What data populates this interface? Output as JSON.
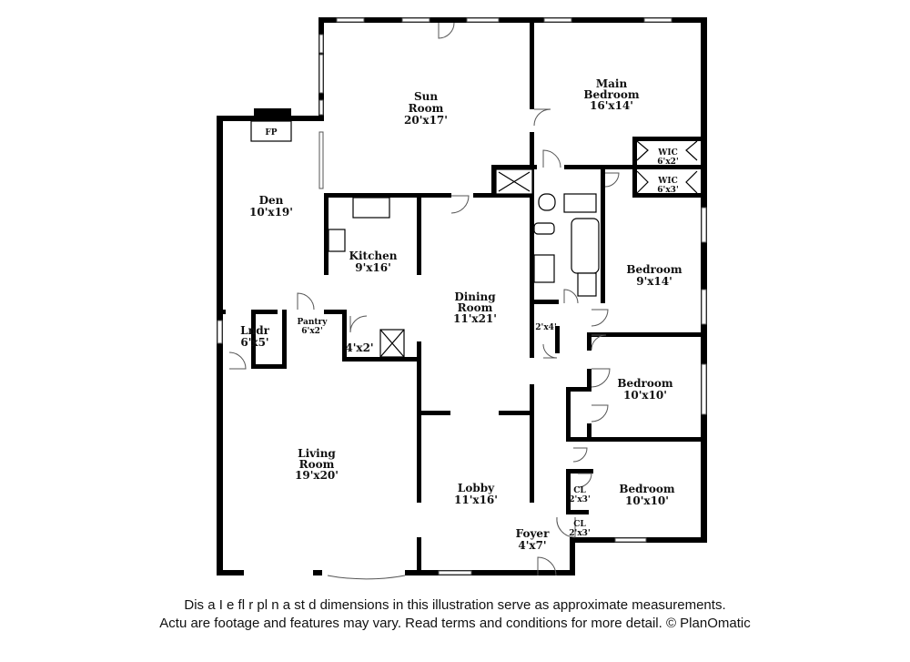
{
  "rooms": {
    "sun_room": {
      "name_1": "Sun",
      "name_2": "Room",
      "size": "20'x17'"
    },
    "main_bedroom": {
      "name_1": "Main",
      "name_2": "Bedroom",
      "size": "16'x14'"
    },
    "wic_1": {
      "name": "WIC",
      "size": "6'x2'"
    },
    "wic_2": {
      "name": "WIC",
      "size": "6'x3'"
    },
    "den": {
      "name": "Den",
      "size": "10'x19'"
    },
    "fireplace": {
      "name": "FP"
    },
    "kitchen": {
      "name": "Kitchen",
      "size": "9'x16'"
    },
    "dining_room": {
      "name_1": "Dining",
      "name_2": "Room",
      "size": "11'x21'"
    },
    "bedroom_1": {
      "name": "Bedroom",
      "size": "9'x14'"
    },
    "closet_hall": {
      "size": "2'x4'"
    },
    "laundry": {
      "name": "Lndr",
      "size": "6'x5'"
    },
    "pantry": {
      "name": "Pantry",
      "size": "6'x2'"
    },
    "closet_4x2": {
      "size": "4'x2'"
    },
    "bedroom_2": {
      "name": "Bedroom",
      "size": "10'x10'"
    },
    "living_room": {
      "name_1": "Living",
      "name_2": "Room",
      "size": "19'x20'"
    },
    "lobby": {
      "name": "Lobby",
      "size": "11'x16'"
    },
    "closet_a": {
      "name": "CL",
      "size": "2'x3'"
    },
    "closet_b": {
      "name": "CL",
      "size": "2'x3'"
    },
    "bedroom_3": {
      "name": "Bedroom",
      "size": "10'x10'"
    },
    "foyer": {
      "name": "Foyer",
      "size": "4'x7'"
    }
  },
  "disclaimer": {
    "line1": "Dis   a        I  e fl   r pl  n a    st   d dimensions in this illustration serve as approximate measurements.",
    "line2": "Actu      are footage and features may vary. Read terms and conditions for more detail. © PlanOmatic"
  }
}
